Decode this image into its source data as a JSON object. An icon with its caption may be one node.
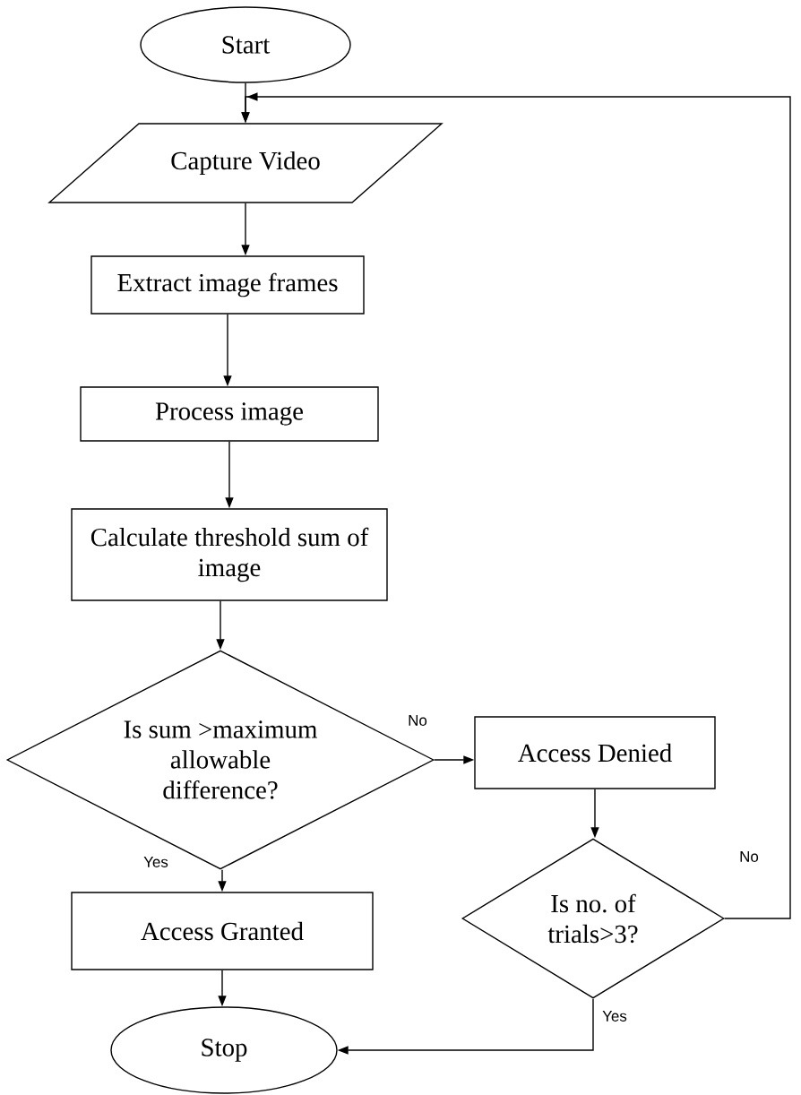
{
  "diagram": {
    "nodes": [
      {
        "text": [
          "Start"
        ]
      },
      {
        "text": [
          "Capture Video"
        ]
      },
      {
        "text": [
          "Extract image frames"
        ]
      },
      {
        "text": [
          "Process image"
        ]
      },
      {
        "text": [
          "Calculate threshold sum of image"
        ]
      },
      {
        "text": [
          "Is sum >maximum allowable difference?"
        ]
      },
      {
        "text": [
          "Access Denied"
        ]
      },
      {
        "text": [
          "Is no. of trials>3?"
        ]
      },
      {
        "text": [
          "Access Granted"
        ]
      },
      {
        "text": [
          "Stop"
        ]
      }
    ],
    "edges": [
      {
        "from": 0,
        "to": 1,
        "arrow": "to"
      },
      {
        "from": 1,
        "to": 2,
        "arrow": "to"
      },
      {
        "from": 2,
        "to": 3,
        "arrow": "to"
      },
      {
        "from": 3,
        "to": 4,
        "arrow": "to"
      },
      {
        "from": 4,
        "to": 5,
        "arrow": "to"
      },
      {
        "from": 5,
        "to": 6,
        "arrow": "to",
        "label": "No"
      },
      {
        "from": 5,
        "to": 8,
        "arrow": "to",
        "label": "Yes"
      },
      {
        "from": 6,
        "to": 7,
        "arrow": "to"
      },
      {
        "from": 7,
        "to": 1,
        "arrow": "to",
        "label": "No"
      },
      {
        "from": 7,
        "to": 9,
        "arrow": "to",
        "label": "Yes"
      },
      {
        "from": 8,
        "to": 9,
        "arrow": "to"
      }
    ]
  }
}
